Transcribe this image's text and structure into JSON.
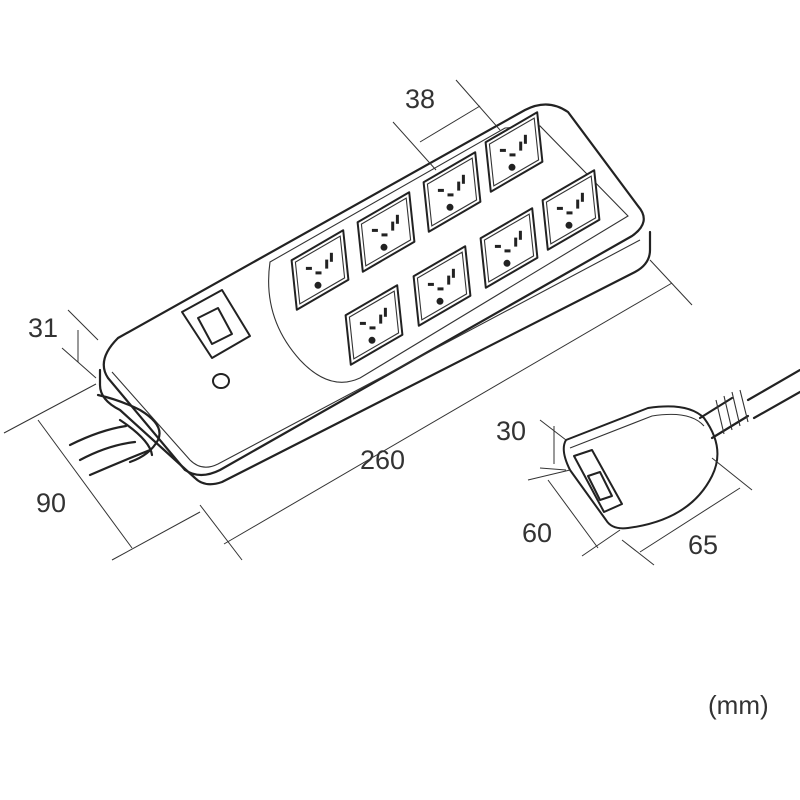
{
  "dimensions": {
    "outlet_pitch": "38",
    "height": "31",
    "length": "260",
    "width": "90",
    "tap_height": "30",
    "tap_width": "60",
    "tap_length": "65"
  },
  "unit_label": "(mm)",
  "colors": {
    "line": "#222222",
    "text": "#333333",
    "background": "#ffffff"
  }
}
